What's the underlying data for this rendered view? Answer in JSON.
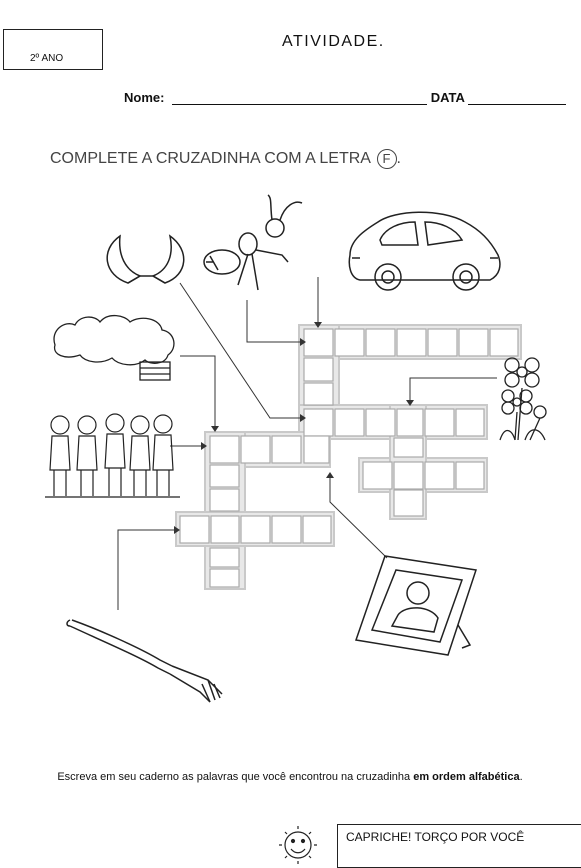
{
  "header": {
    "grade": "2º ANO",
    "title": "ATIVIDADE.",
    "name_label": "Nome:",
    "date_label": "DATA"
  },
  "instruction": {
    "text": "COMPLETE A CRUZADINHA COM A LETRA",
    "letter": "F",
    "suffix": "."
  },
  "pictures": [
    "horns-icon",
    "ant-icon",
    "car-icon",
    "smoke-icon",
    "flower-icon",
    "people-icon",
    "photo-frame-icon",
    "fork-icon"
  ],
  "footer": {
    "instruction_normal": "Escreva em seu caderno as palavras que você encontrou na cruzadinha ",
    "instruction_bold": "em ordem alfabética",
    "instruction_end": ".",
    "box_text": "CAPRICHE! TORÇO POR VOCÊ"
  }
}
